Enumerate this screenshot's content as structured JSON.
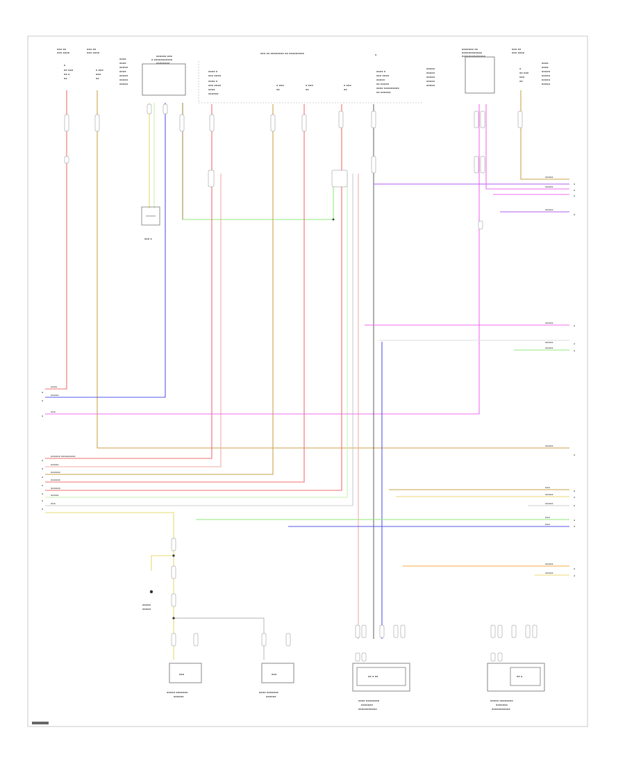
{
  "diagram": {
    "frame_label": "",
    "reference": "",
    "colors": {
      "red": "#f26d6d",
      "pink": "#f6a9a9",
      "magenta": "#f06cf0",
      "blue": "#5555ee",
      "violet": "#b15df0",
      "tan": "#c9a24a",
      "brown": "#a88a4a",
      "yellow": "#e8da70",
      "green": "#8fea7a",
      "lightgreen": "#c9f2b0",
      "orange": "#f5a83c",
      "gray": "#999999",
      "black": "#333333",
      "lightgray": "#cccccc"
    },
    "top_components": [
      {
        "id": "fuse-left-1"
      },
      {
        "id": "fuse-left-2"
      },
      {
        "id": "module-upper-left"
      },
      {
        "id": "fuse-panel-center"
      },
      {
        "id": "module-upper-right"
      },
      {
        "id": "fuse-right"
      }
    ],
    "bottom_components": [
      {
        "id": "sensor-1"
      },
      {
        "id": "sensor-2"
      },
      {
        "id": "assembly-left"
      },
      {
        "id": "assembly-right"
      }
    ],
    "icons": {
      "ground": "ground-icon",
      "connector": "connector-icon"
    }
  }
}
